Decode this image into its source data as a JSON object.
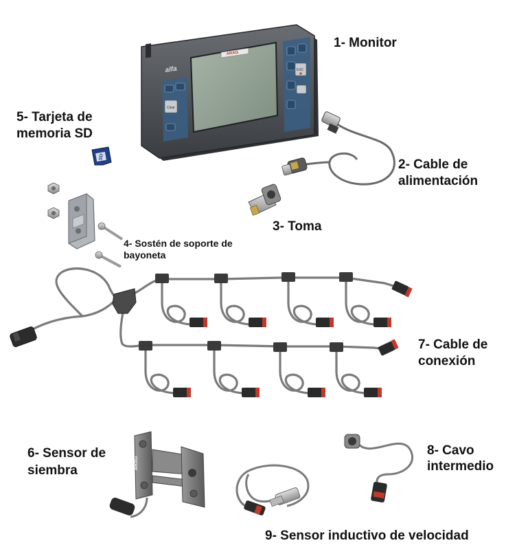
{
  "labels": {
    "monitor": "1- Monitor",
    "cable_power_l1": "2- Cable de",
    "cable_power_l2": "alimentación",
    "socket": "3- Toma",
    "bracket_l1": "4- Sostén de soporte de",
    "bracket_l2": "bayoneta",
    "sd_l1": "5- Tarjeta de",
    "sd_l2": "memoria SD",
    "seed_sensor_l1": "6- Sensor de",
    "seed_sensor_l2": "siembra",
    "connection_l1": "7- Cable de",
    "connection_l2": "conexión",
    "intermediate_l1": "8- Cavo",
    "intermediate_l2": "intermedio",
    "speed_sensor": "9- Sensor inductivo de velocidad"
  },
  "device": {
    "brand": "ARAG",
    "model": "alfa",
    "left_keys": [
      "",
      "",
      "Clear",
      ""
    ],
    "right_keys": [
      "",
      "",
      "ESC",
      ""
    ]
  },
  "colors": {
    "monitor_body": "#4a4d52",
    "screen": "#8a9a8c",
    "key_blue": "#2f5c8a",
    "cable": "#7a7a7a",
    "connector": "#2a2a2a",
    "connector_red": "#c0392b"
  }
}
